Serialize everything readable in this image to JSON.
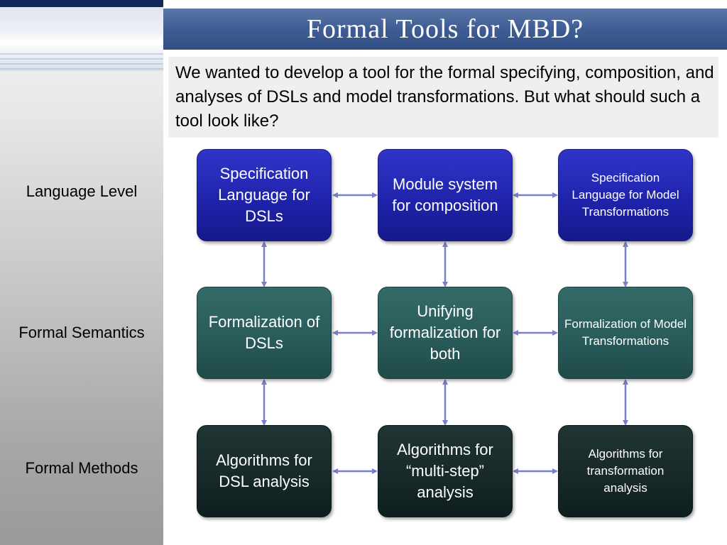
{
  "title": "Formal Tools for MBD?",
  "intro": "We wanted to develop a tool for the formal specifying, composition, and analyses of DSLs and model transformations. But what should such a tool look like?",
  "rows": [
    {
      "label": "Language Level"
    },
    {
      "label": "Formal Semantics"
    },
    {
      "label": "Formal Methods"
    }
  ],
  "boxes": [
    [
      "Specification Language for DSLs",
      "Module system for composition",
      "Specification Language for Model Transformations"
    ],
    [
      "Formalization of DSLs",
      "Unifying formalization for both",
      "Formalization of Model Transformations"
    ],
    [
      "Algorithms for DSL analysis",
      "Algorithms for “multi-step” analysis",
      "Algorithms for transformation analysis"
    ]
  ],
  "colors": {
    "language_level": "#1e22a8",
    "formal_semantics": "#285a59",
    "formal_methods": "#162828",
    "arrow": "#7b7fc9",
    "title_bar": "#3f5d94"
  }
}
